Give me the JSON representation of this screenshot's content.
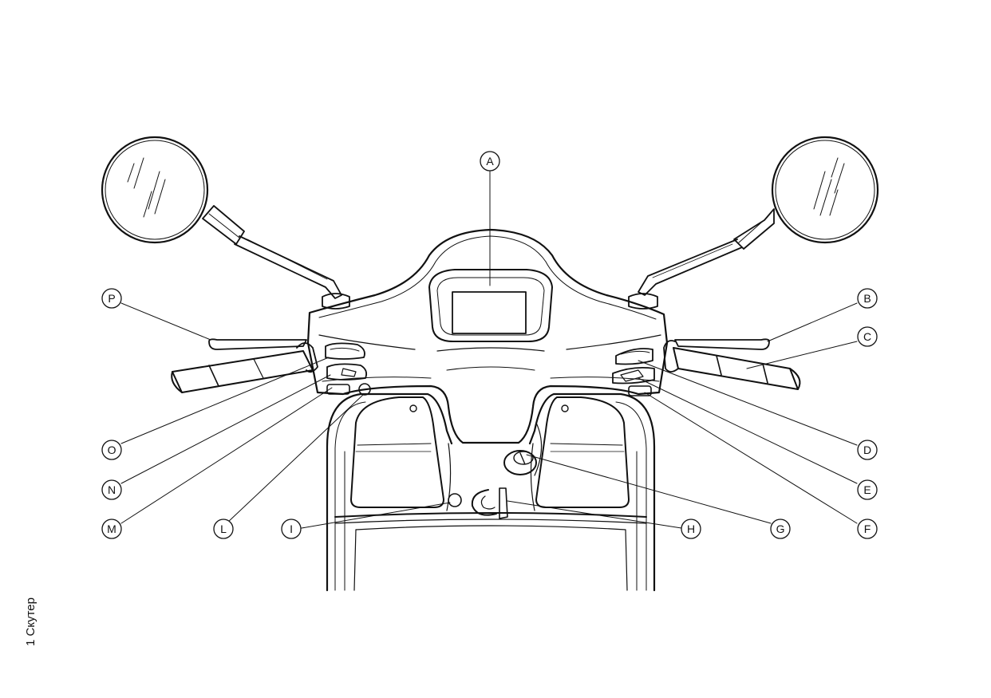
{
  "caption": "1 Скутер",
  "callouts": [
    {
      "id": "A",
      "label": "A"
    },
    {
      "id": "B",
      "label": "B"
    },
    {
      "id": "C",
      "label": "C"
    },
    {
      "id": "D",
      "label": "D"
    },
    {
      "id": "E",
      "label": "E"
    },
    {
      "id": "F",
      "label": "F"
    },
    {
      "id": "G",
      "label": "G"
    },
    {
      "id": "H",
      "label": "H"
    },
    {
      "id": "I",
      "label": "I"
    },
    {
      "id": "L",
      "label": "L"
    },
    {
      "id": "M",
      "label": "M"
    },
    {
      "id": "N",
      "label": "N"
    },
    {
      "id": "O",
      "label": "O"
    },
    {
      "id": "P",
      "label": "P"
    }
  ]
}
